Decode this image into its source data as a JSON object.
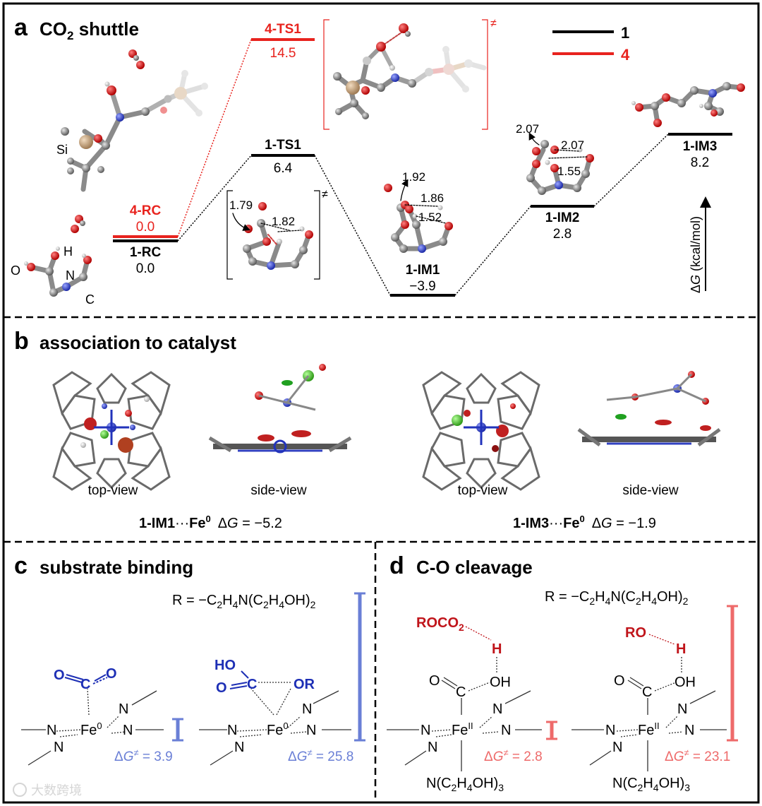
{
  "panel_a": {
    "letter": "a",
    "title_pre": "CO",
    "title_sub": "2",
    "title_post": " shuttle",
    "legend": [
      {
        "label": "1",
        "color": "#000000"
      },
      {
        "label": "4",
        "color": "#e8231e"
      }
    ],
    "states": {
      "rc4_name": "4-RC",
      "rc4_val": "0.0",
      "rc1_name": "1-RC",
      "rc1_val": "0.0",
      "ts4_name": "4-TS1",
      "ts4_val": "14.5",
      "ts1_name": "1-TS1",
      "ts1_val": "6.4",
      "im1_name": "1-IM1",
      "im1_val": "−3.9",
      "im2_name": "1-IM2",
      "im2_val": "2.8",
      "im3_name": "1-IM3",
      "im3_val": "8.2"
    },
    "distances": {
      "ts1_a": "1.79",
      "ts1_b": "1.82",
      "im1_a": "1.92",
      "im1_b": "1.86",
      "im1_c": "1.52",
      "im2_a": "2.07",
      "im2_b": "2.07",
      "im2_c": "1.55"
    },
    "atom_labels": {
      "si": "Si",
      "o": "O",
      "h": "H",
      "n": "N",
      "c": "C"
    },
    "ts_mark": "≠",
    "axis_pre": "Δ",
    "axis_g": "G",
    "axis_post": " (kcal/mol)"
  },
  "panel_b": {
    "letter": "b",
    "title": "association to catalyst",
    "views": [
      "top-view",
      "side-view",
      "top-view",
      "side-view"
    ],
    "captions": [
      {
        "name": "1-IM1",
        "dots": "···",
        "fe": "Fe",
        "sup": "0",
        "dg": "Δ",
        "g": "G",
        "val": " = −5.2"
      },
      {
        "name": "1-IM3",
        "dots": "···",
        "fe": "Fe",
        "sup": "0",
        "dg": "Δ",
        "g": "G",
        "val": " = −1.9"
      }
    ]
  },
  "panel_c": {
    "letter": "c",
    "title": "substrate binding",
    "r_pre": "R = −C",
    "r_2a": "2",
    "r_h4": "H",
    "r_4": "4",
    "r_mid": "N(C",
    "r_2b": "2",
    "r_h": "H",
    "r_4b": "4",
    "r_end": "OH)",
    "r_2c": "2",
    "o": "O",
    "c": "C",
    "ho": "HO",
    "or": "OR",
    "n": "N",
    "fe": "Fe",
    "fe_ox": "0",
    "dg1": "3.9",
    "dg2": "25.8",
    "dg_sym": "Δ",
    "dg_g": "G",
    "dg_ne": "≠",
    "eq": " = "
  },
  "panel_d": {
    "letter": "d",
    "title": "C-O cleavage",
    "roco": "ROCO",
    "roco_sub": "2",
    "ro": "RO",
    "h": "H",
    "oh": "OH",
    "o": "O",
    "c": "C",
    "n": "N",
    "fe": "Fe",
    "fe_ox": "II",
    "amine_pre": "N(C",
    "amine_2": "2",
    "amine_h": "H",
    "amine_4": "4",
    "amine_post": "OH)",
    "amine_3": "3",
    "dg1": "2.8",
    "dg2": "23.1"
  },
  "watermark": "大数跨境"
}
